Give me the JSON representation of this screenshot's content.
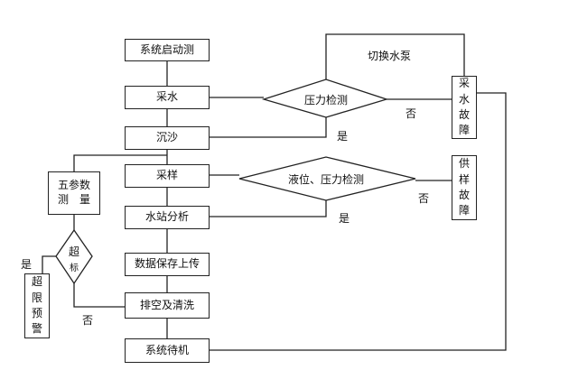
{
  "steps": {
    "start": "系统启动测",
    "water_intake": "采水",
    "sediment": "沉沙",
    "sampling": "采样",
    "station_analysis": "水站分析",
    "data_upload": "数据保存上传",
    "drain_clean": "排空及清洗",
    "standby": "系统待机"
  },
  "decisions": {
    "pressure": "压力检测",
    "level_pressure": "液位、压力检测",
    "over_limit_line1": "超",
    "over_limit_line2": "标"
  },
  "side_boxes": {
    "five_param_line1": "五参数",
    "five_param_line2": "测　量",
    "water_fault": [
      "采",
      "水",
      "故",
      "障"
    ],
    "supply_fault": [
      "供",
      "样",
      "故",
      "障"
    ],
    "overlimit_warning": [
      "超",
      "限",
      "预",
      "警"
    ]
  },
  "labels": {
    "switch_pump": "切换水泵",
    "pressure_no": "否",
    "pressure_yes": "是",
    "level_no": "否",
    "level_yes": "是",
    "limit_yes": "是",
    "limit_no": "否"
  }
}
